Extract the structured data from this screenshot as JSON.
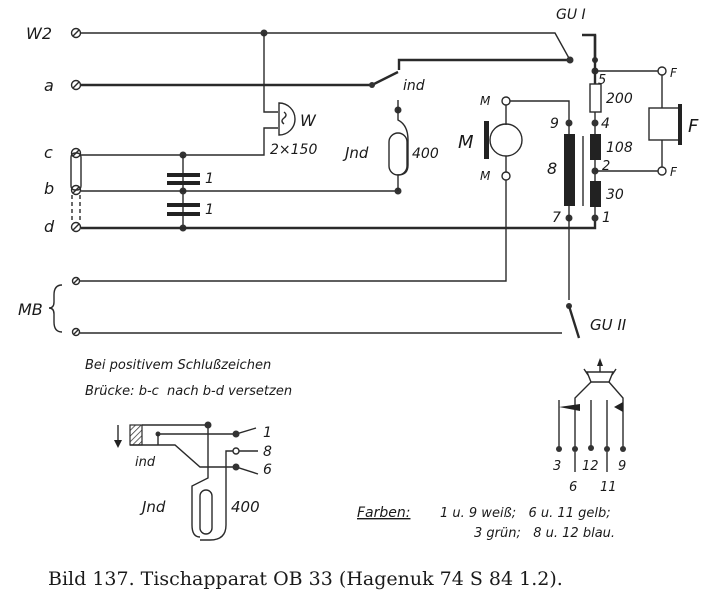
{
  "terminals": {
    "w2": "W2",
    "a": "a",
    "c": "c",
    "b": "b",
    "d": "d",
    "mb": "MB"
  },
  "components": {
    "bell_label": "W",
    "bell_value": "2×150",
    "cap1_value": "1",
    "cap2_value": "1",
    "ind_switch_label": "ind",
    "inductor_label": "Jnd",
    "inductor_value": "400",
    "mic_label": "M",
    "mic_term_top": "M",
    "mic_term_bottom": "M",
    "transformer_primary": "8",
    "pin_9": "9",
    "pin_7": "7",
    "pin_5": "5",
    "pin_4": "4",
    "pin_2": "2",
    "pin_1": "1",
    "resistor_200": "200",
    "coil_108": "108",
    "coil_30": "30",
    "receiver_label": "F",
    "receiver_term_top": "F",
    "receiver_term_bottom": "F",
    "hook_switch_1": "GU I",
    "hook_switch_2": "GU II"
  },
  "notes": {
    "line1": "Bei positivem Schlußzeichen",
    "line2": "Brücke: b-c  nach b-d versetzen"
  },
  "inset_inductor": {
    "switch_label": "ind",
    "coil_label": "Jnd",
    "coil_value": "400",
    "pins": [
      "1",
      "8",
      "6"
    ]
  },
  "handset_cord": {
    "pins_top": [
      "3",
      "12",
      "9"
    ],
    "pins_bottom": [
      "6",
      "11"
    ]
  },
  "colors_legend": {
    "title": "Farben:",
    "line1": "1 u. 9 weiß;   6 u. 11 gelb;",
    "line2": "3 grün;   8 u. 12 blau."
  },
  "caption": "Bild 137. Tischapparat OB 33 (Hagenuk 74 S 84 1.2)."
}
